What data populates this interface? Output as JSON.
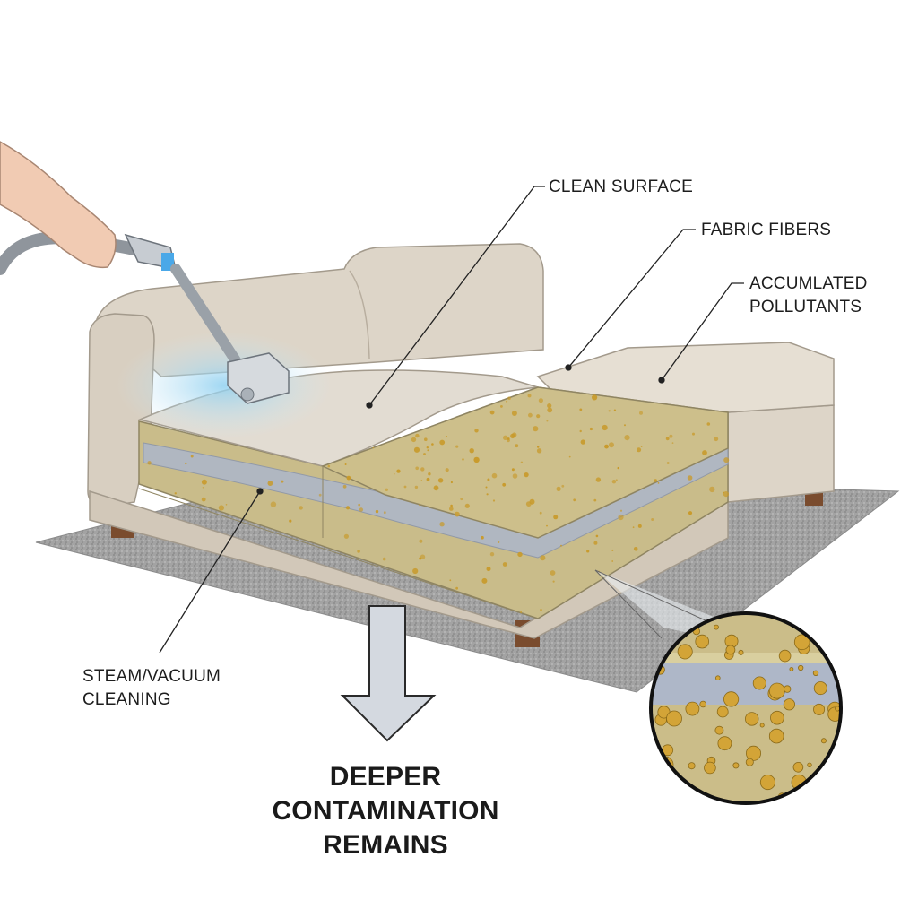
{
  "labels": {
    "clean_surface": "CLEAN SURFACE",
    "fabric_fibers": "FABRIC FIBERS",
    "pollutants_line1": "ACCUMLATED",
    "pollutants_line2": "POLLUTANTS",
    "steam_line1": "STEAM/VACUUM",
    "steam_line2": "CLEANING",
    "deeper_line1": "DEEPER",
    "deeper_line2": "CONTAMINATION",
    "deeper_line3": "REMAINS"
  },
  "colors": {
    "upholstery": "#ddd5c8",
    "upholstery_shade": "#c9bfb1",
    "foam": "#c9bc8a",
    "pollutant": "#c89a2a",
    "fiber_layer": "#aeb7c8",
    "rug": "#9a9a9a",
    "steam_glow": "#9fd3ee",
    "arrow": "#cfd4db"
  },
  "icons": {
    "vacuum": "vacuum-wand-icon",
    "hand": "hand-icon",
    "arrow": "down-arrow-icon",
    "magnifier": "magnified-inset"
  }
}
